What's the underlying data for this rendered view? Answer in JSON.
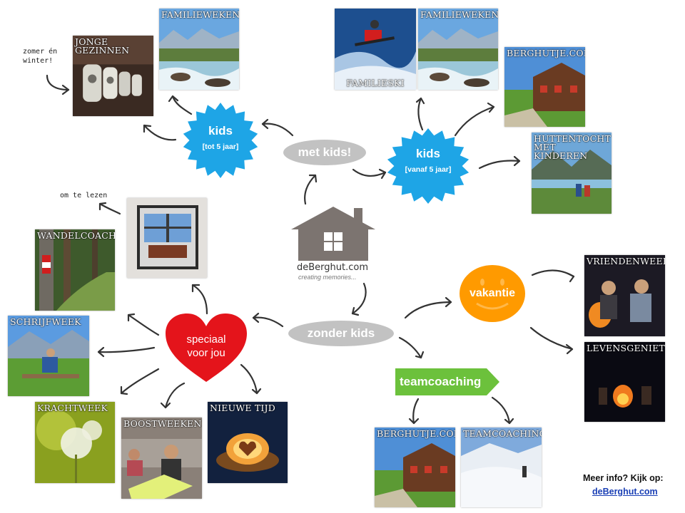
{
  "center": {
    "name": "deBerghut.com",
    "tagline": "creating memories..."
  },
  "nodes": {
    "met_kids": "met kids!",
    "zonder_kids": "zonder kids",
    "kids_young": {
      "title": "kids",
      "sub": "[tot 5 jaar]"
    },
    "kids_old": {
      "title": "kids",
      "sub": "[vanaf 5 jaar]"
    },
    "speciaal": {
      "line1": "speciaal",
      "line2": "voor jou"
    },
    "vakantie": "vakantie",
    "teamcoaching": "teamcoaching"
  },
  "tiles": {
    "jonge_gezinnen": "JONGE GEZINNEN",
    "familieweken_left": "FAMILIEWEKEN",
    "familieski": "FAMILIESKI",
    "familieweken_right": "FAMILIEWEKEN",
    "berghutje_top": "BERGHUTJE.COM",
    "huttentocht": "HUTTENTOCHT\nMET KINDEREN",
    "wandelcoaching": "WANDELCOACHING",
    "schrijfweek": "SCHRIJFWEEK",
    "krachtweek": "KRACHTWEEK",
    "boostweekend": "BOOSTWEEKEND",
    "nieuwe_tijd": "NIEUWE TIJD",
    "vriendenweekend": "VRIENDENWEEKEND",
    "levensgenieters": "LEVENSGENIETERS",
    "berghutje_bottom": "BERGHUTJE.COM",
    "teamcoaching_tile": "TEAMCOACHING"
  },
  "notes": {
    "zomer_winter": "zomer én\nwinter!",
    "om_te_lezen": "om te lezen"
  },
  "footer": {
    "info": "Meer info? Kijk op:",
    "link": "deBerghut.com"
  },
  "colors": {
    "burst_blue": "#1ea5e6",
    "heart_red": "#e4141b",
    "smiley_orange": "#ff9a00",
    "pill_grey": "#c2c2c2",
    "house_grey": "#7c7470",
    "team_green": "#6cc13c",
    "link_blue": "#1a3fb5"
  }
}
